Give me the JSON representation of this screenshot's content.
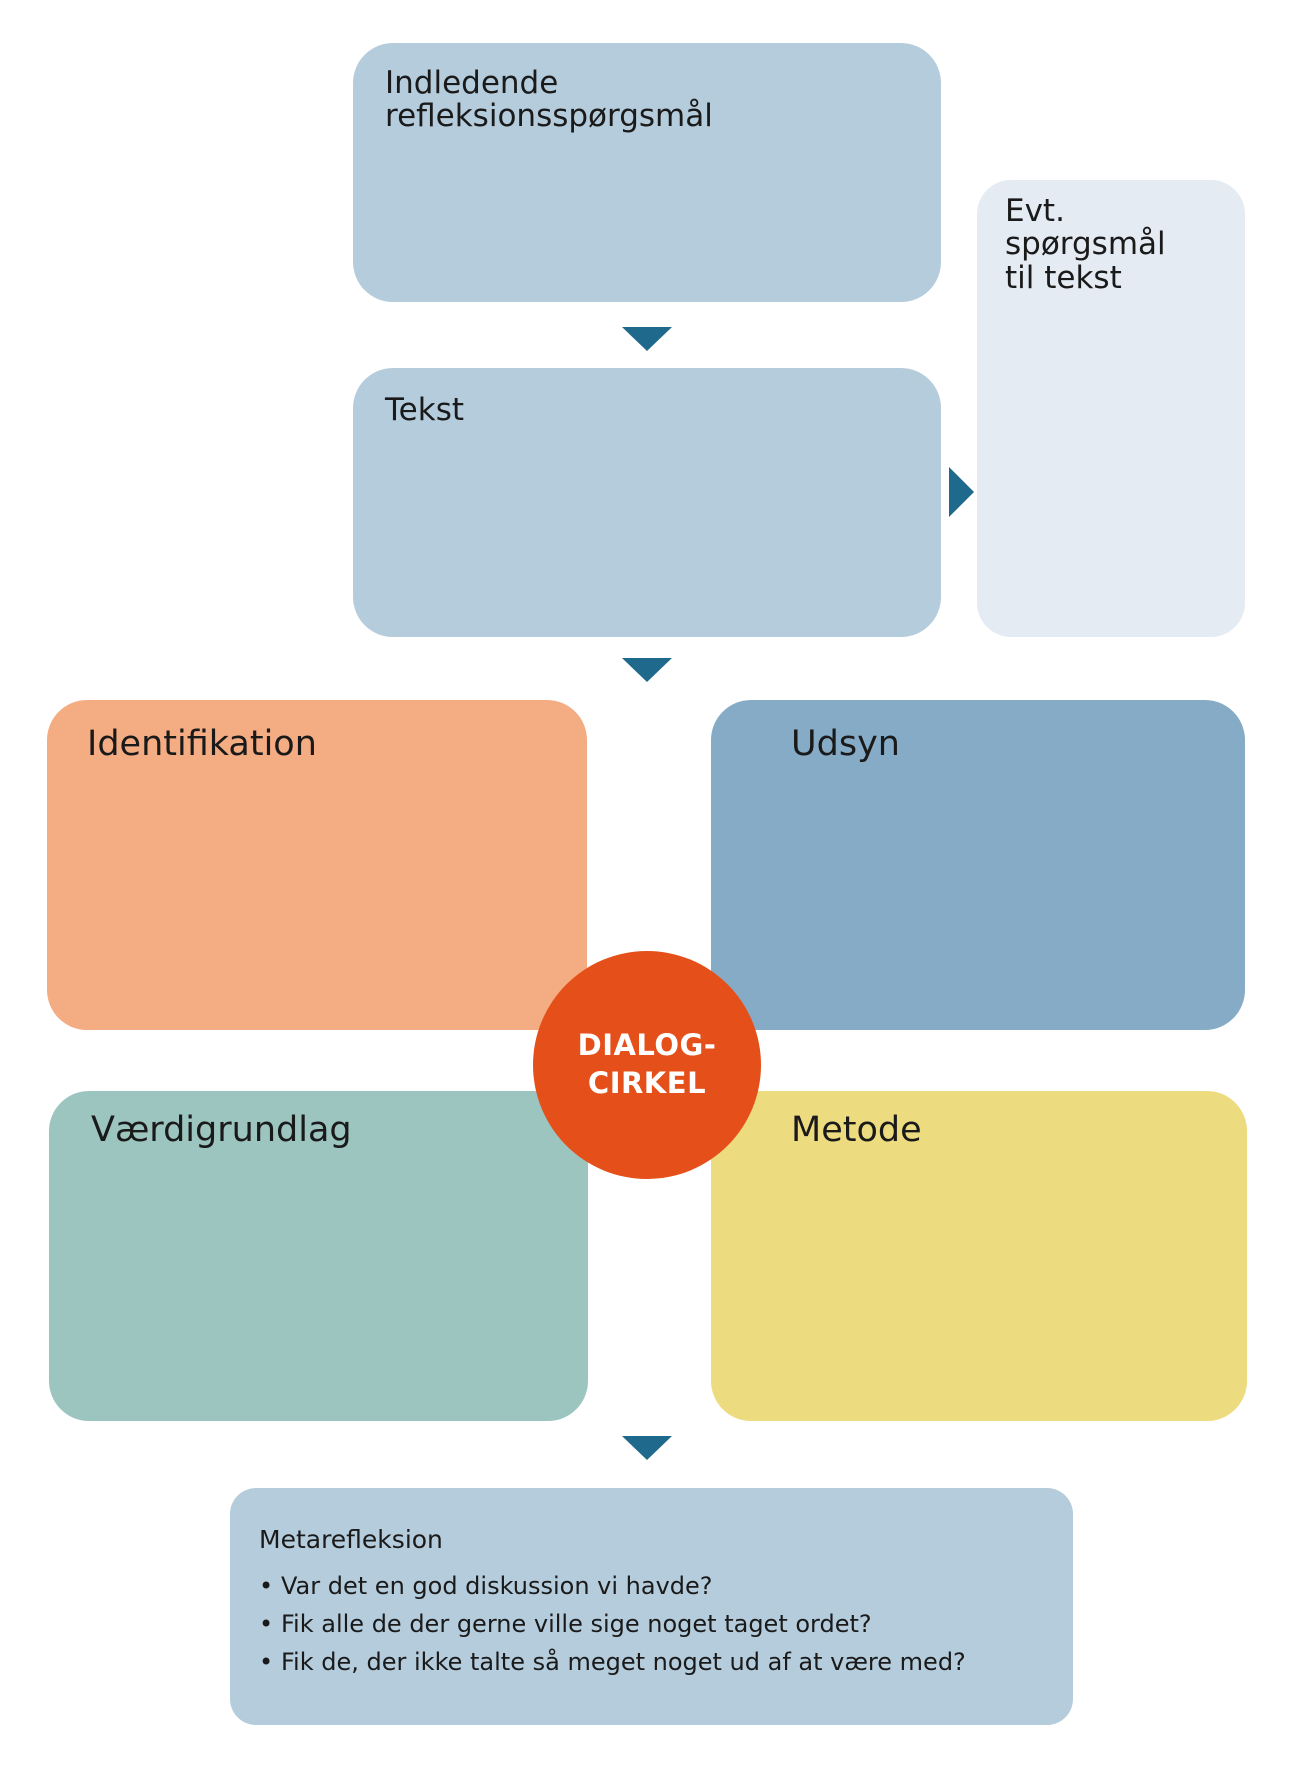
{
  "intro_box": {
    "line1": "Indledende",
    "line2": "refleksionsspørgsmål"
  },
  "side_box": {
    "line1": "Evt.",
    "line2": "spørgsmål",
    "line3": "til tekst"
  },
  "text_box": {
    "title": "Tekst"
  },
  "quadrants": {
    "top_left": {
      "title": "Identifikation",
      "color": "#f4ac83"
    },
    "top_right": {
      "title": "Udsyn",
      "color": "#86abc6"
    },
    "bottom_left": {
      "title": "Værdigrundlag",
      "color": "#9cc5c0"
    },
    "bottom_right": {
      "title": "Metode",
      "color": "#eddb80"
    }
  },
  "circle": {
    "line1": "DIALOG-",
    "line2": "CIRKEL",
    "color": "#e5501a"
  },
  "meta_box": {
    "title": "Metarefleksion",
    "bullet": "•",
    "items": [
      "Var det en god diskussion vi havde?",
      "Fik alle de der gerne ville sige noget taget ordet?",
      "Fik de, der ikke talte så meget noget ud af at være med?"
    ]
  },
  "colors": {
    "light_blue": "#b5ccdc",
    "pale_blue": "#e4ebf3",
    "arrow": "#1f6a8c"
  }
}
